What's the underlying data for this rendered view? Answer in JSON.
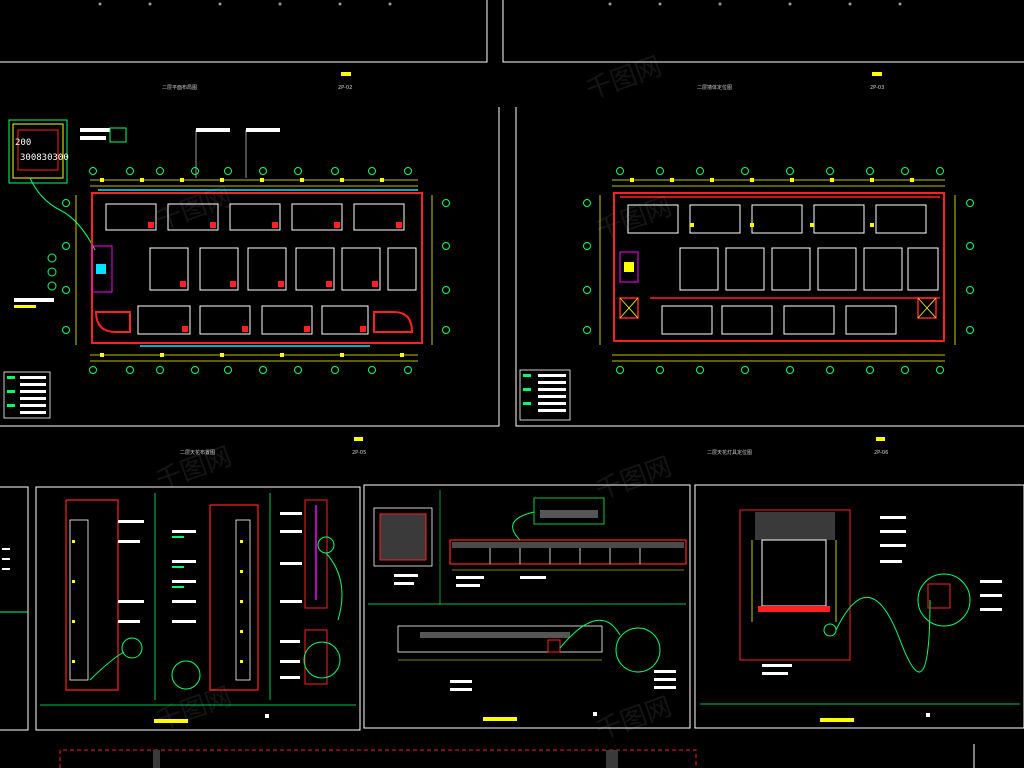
{
  "sheets": {
    "plan_left": {
      "title": "二层平面布局图",
      "code": "2P-02"
    },
    "plan_right": {
      "title": "二层墙体定位图",
      "code": "2P-03"
    },
    "ceiling_left": {
      "title": "二层天花布置图",
      "code": "2P-05"
    },
    "ceiling_right": {
      "title": "二层天花灯具定位图",
      "code": "2P-06"
    }
  },
  "detail_labels": {
    "dim_a": "200",
    "dim_b": "300830300"
  },
  "watermark": "千图网",
  "colors": {
    "background": "#000000",
    "frame": "#ffffff",
    "wall": "#ff2020",
    "dimension": "#ffff00",
    "axis": "#00ff66",
    "cyan": "#00e5ff",
    "accent": "#ff00ff"
  }
}
